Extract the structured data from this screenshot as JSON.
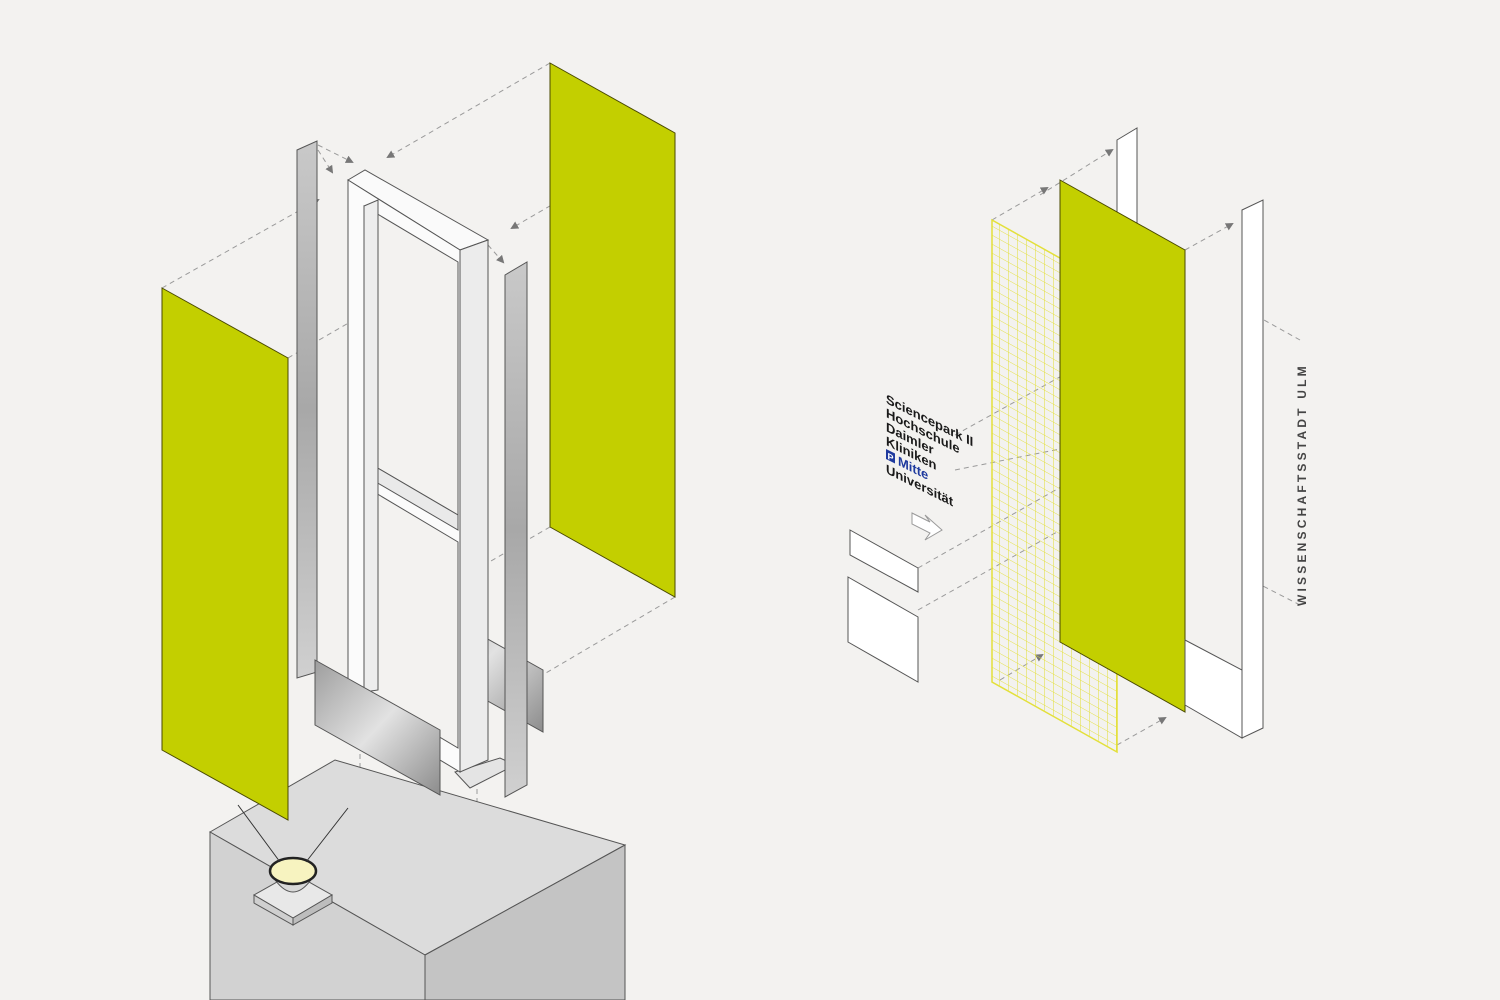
{
  "sign": {
    "lines": [
      "Sciencepark II",
      "Hochschule",
      "Daimler",
      "Kliniken",
      "Mitte",
      "Universität"
    ],
    "parking_icon": "P",
    "highlight_color": "#1f3a9e"
  },
  "vertical_label": "WISSENSCHAFTSSTADT ULM",
  "colors": {
    "panel": "#c3cf00",
    "background": "#f3f2f0",
    "pedestal": "#d6d6d6"
  }
}
